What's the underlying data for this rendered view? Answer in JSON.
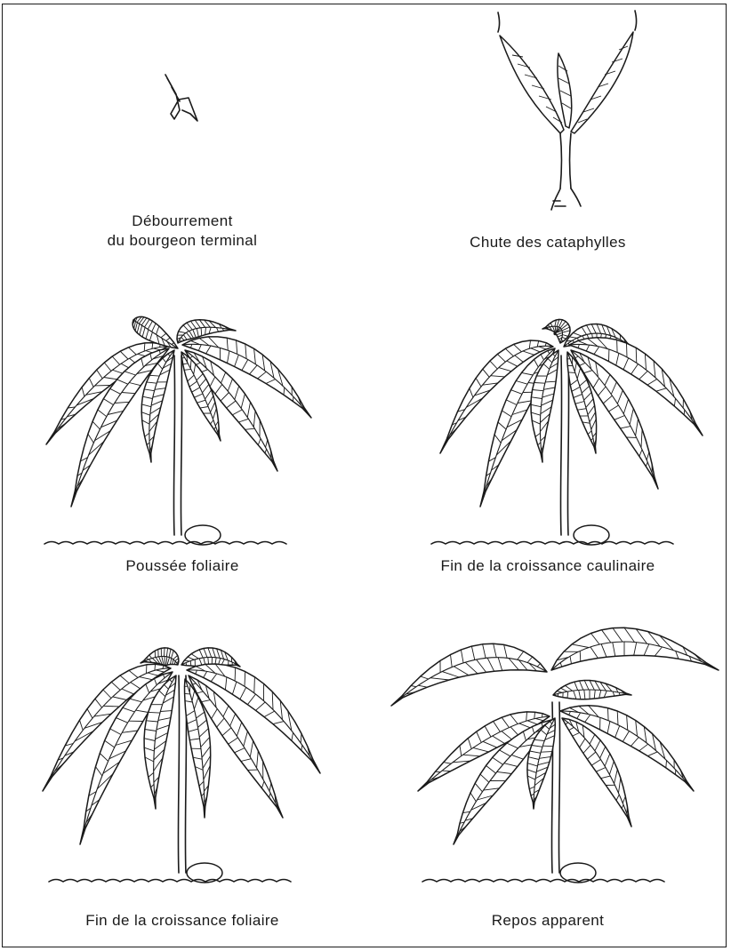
{
  "stages": [
    {
      "caption_lines": [
        "Débourrement",
        "du bourgeon terminal"
      ]
    },
    {
      "caption_lines": [
        "Chute des cataphylles"
      ]
    },
    {
      "caption_lines": [
        "Poussée foliaire"
      ]
    },
    {
      "caption_lines": [
        "Fin de la croissance caulinaire"
      ]
    },
    {
      "caption_lines": [
        "Fin de la croissance foliaire"
      ]
    },
    {
      "caption_lines": [
        "Repos apparent"
      ]
    }
  ]
}
